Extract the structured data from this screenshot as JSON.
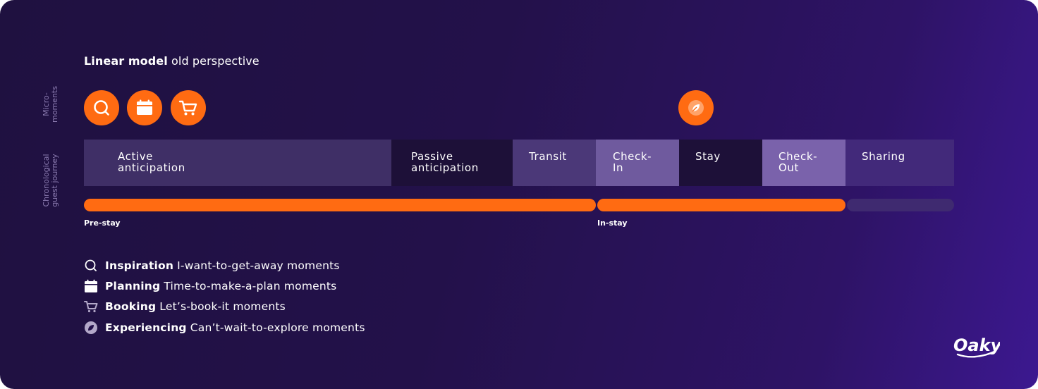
{
  "title": {
    "bold": "Linear model",
    "rest": "old perspective"
  },
  "axis_labels": {
    "micro_moments_line1": "Micro-",
    "micro_moments_line2": "moments",
    "journey_line1": "Chronological",
    "journey_line2": "guest journey"
  },
  "micro_moment_icons": [
    "search-icon",
    "calendar-icon",
    "cart-icon",
    "leaf-icon"
  ],
  "stages": [
    {
      "label": "Active anticipation",
      "color": "#3f2f66"
    },
    {
      "label": "Passive anticipation",
      "color": "#1d1038"
    },
    {
      "label": "Transit",
      "color": "#4b3878"
    },
    {
      "label": "Check-In",
      "color": "#6f5a9e"
    },
    {
      "label": "Stay",
      "color": "#1d1038"
    },
    {
      "label": "Check-Out",
      "color": "#7a62ab"
    },
    {
      "label": "Sharing",
      "color": "#42297a"
    }
  ],
  "phases": [
    {
      "label": "Pre-stay",
      "color": "#ff6b12"
    },
    {
      "label": "In-stay",
      "color": "#ff6b12"
    },
    {
      "label": "",
      "color": "#3f2a70"
    }
  ],
  "legend": [
    {
      "icon": "search-icon",
      "bold": "Inspiration",
      "text": "I-want-to-get-away moments"
    },
    {
      "icon": "calendar-icon",
      "bold": "Planning",
      "text": "Time-to-make-a-plan moments"
    },
    {
      "icon": "cart-icon",
      "bold": "Booking",
      "text": "Let’s-book-it moments"
    },
    {
      "icon": "leaf-icon",
      "bold": "Experiencing",
      "text": "Can’t-wait-to-explore moments"
    }
  ],
  "brand": {
    "logo_text": "Oaky",
    "accent": "#ff6b12"
  }
}
